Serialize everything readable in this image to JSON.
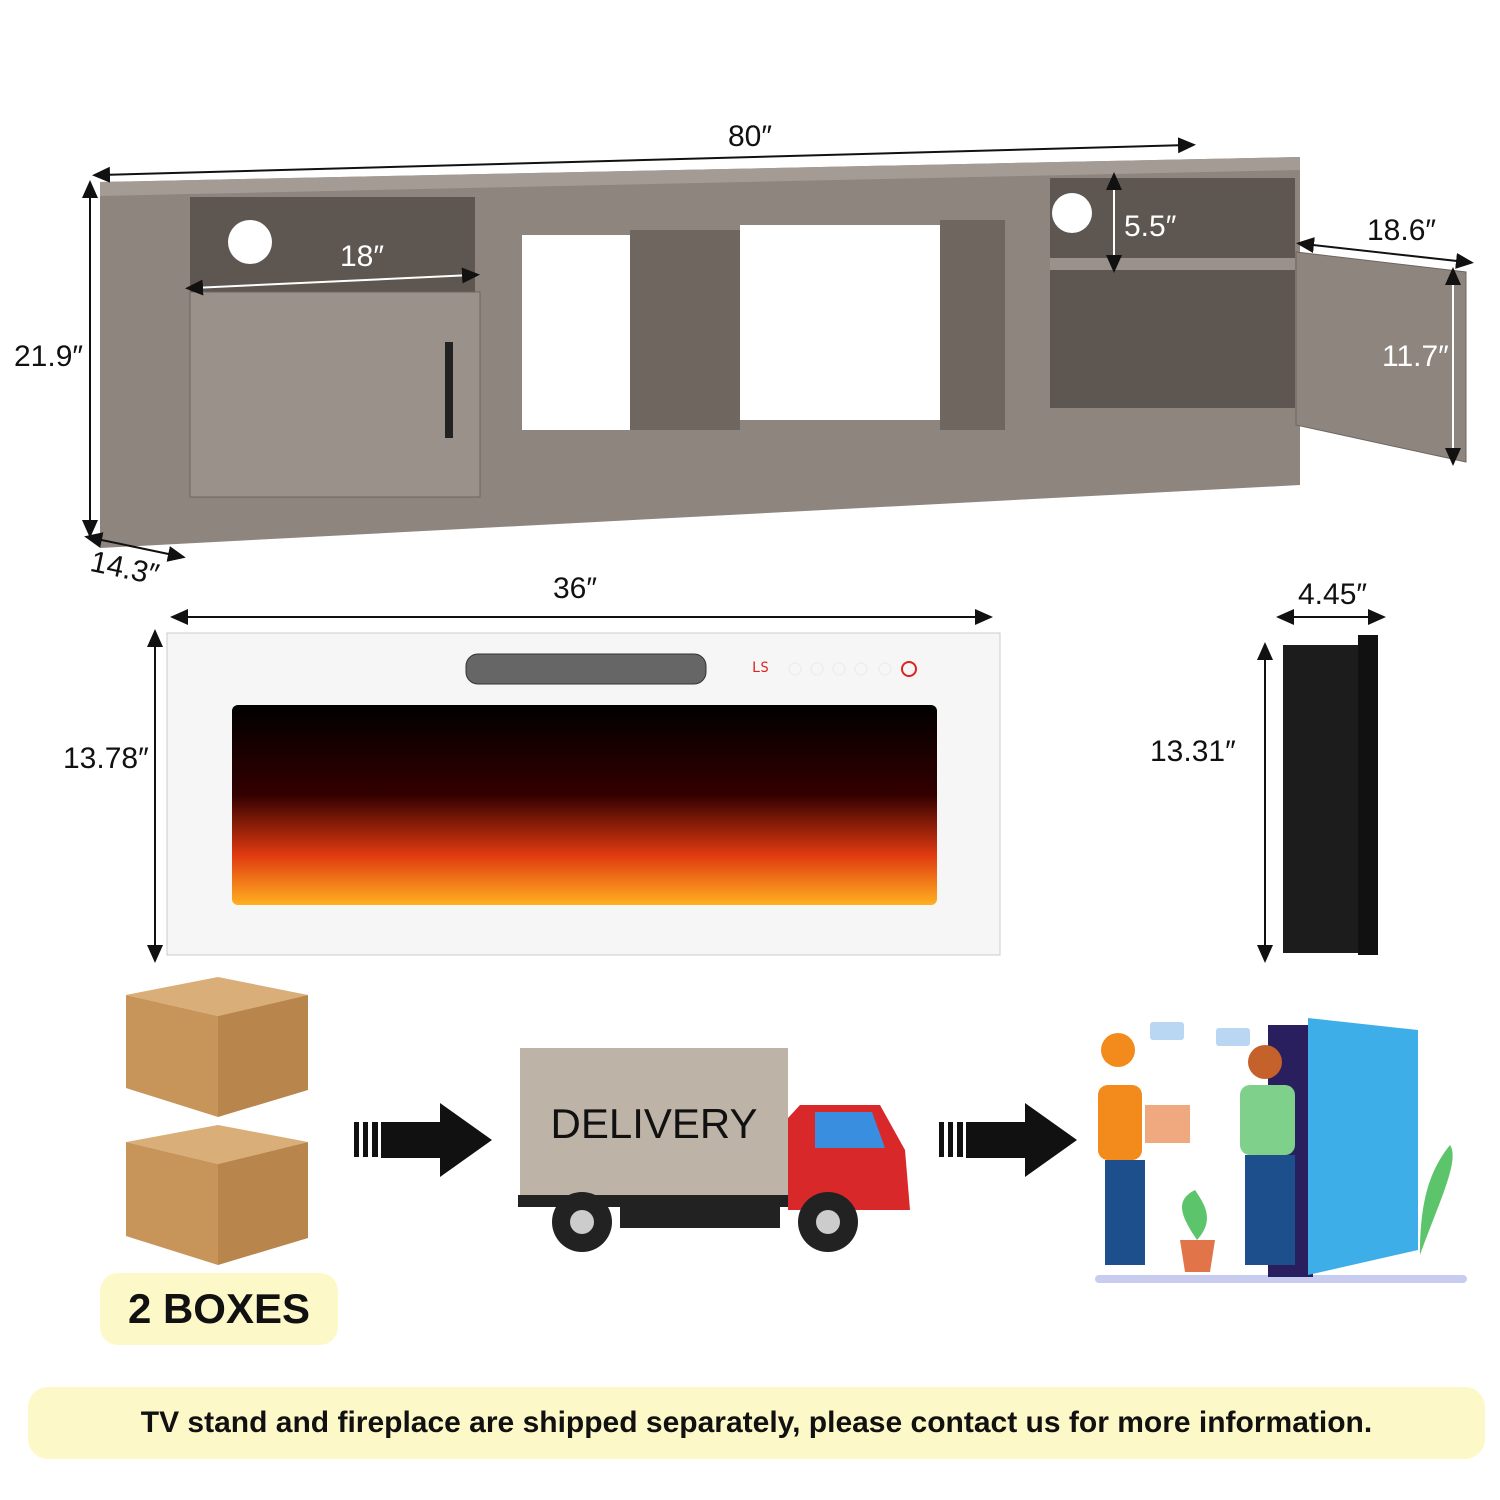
{
  "tv_stand": {
    "width": "80″",
    "height": "21.9″",
    "depth": "14.3″",
    "left_cubby_width": "18″",
    "right_cubby_height": "5.5″",
    "door_width": "18.6″",
    "door_height": "11.7″"
  },
  "fireplace": {
    "width": "36″",
    "height": "13.78″",
    "side_depth": "4.45″",
    "side_height": "13.31″",
    "display_text": "LS"
  },
  "shipping": {
    "boxes_label": "2 BOXES",
    "truck_label": "DELIVERY",
    "notice": "TV stand and fireplace are shipped separately, please contact us for more information."
  },
  "colors": {
    "highlight": "#fdf8c8",
    "wood": "#8c8178",
    "truck_red": "#d8282a",
    "door_blue": "#3eaee8"
  }
}
